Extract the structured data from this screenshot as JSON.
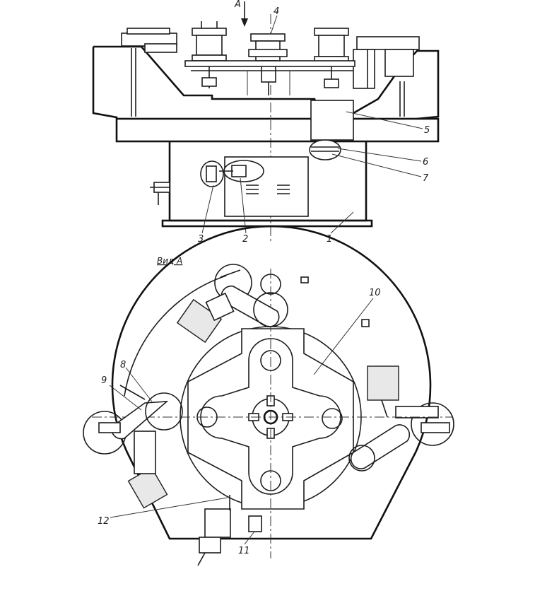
{
  "figure": {
    "arrow_label": "A",
    "view_title": "Вид А"
  },
  "callouts": {
    "c1": "1",
    "c2": "2",
    "c3": "3",
    "c4": "4",
    "c5": "5",
    "c6": "6",
    "c7": "7",
    "c8": "8",
    "c9": "9",
    "c10": "10",
    "c11": "11",
    "c12": "12"
  }
}
